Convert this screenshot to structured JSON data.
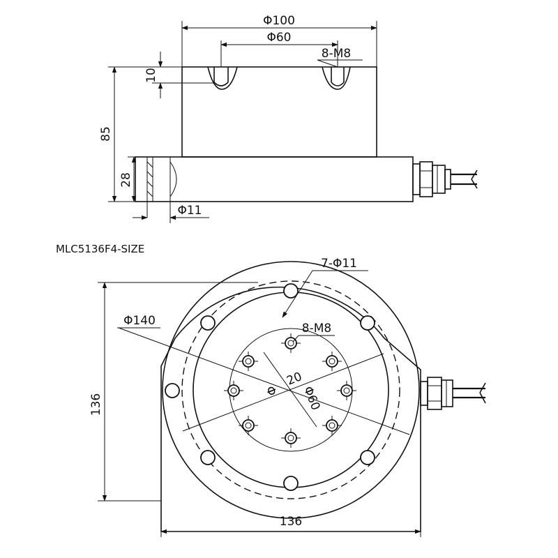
{
  "title": "MLC5136F4-SIZE",
  "side_view": {
    "dim_top_outer": "Φ100",
    "dim_top_inner": "Φ60",
    "dim_thread_top": "8-M8",
    "dim_depth": "10",
    "dim_total_height": "85",
    "dim_base_height": "28",
    "dim_hole": "Φ11"
  },
  "top_view": {
    "dim_holes_outer": "7-Φ11",
    "dim_outer_diameter": "Φ140",
    "dim_thread_inner": "8-M8",
    "dim_center": "20",
    "dim_pcd": "Φ60",
    "dim_height": "136",
    "dim_width": "136"
  }
}
